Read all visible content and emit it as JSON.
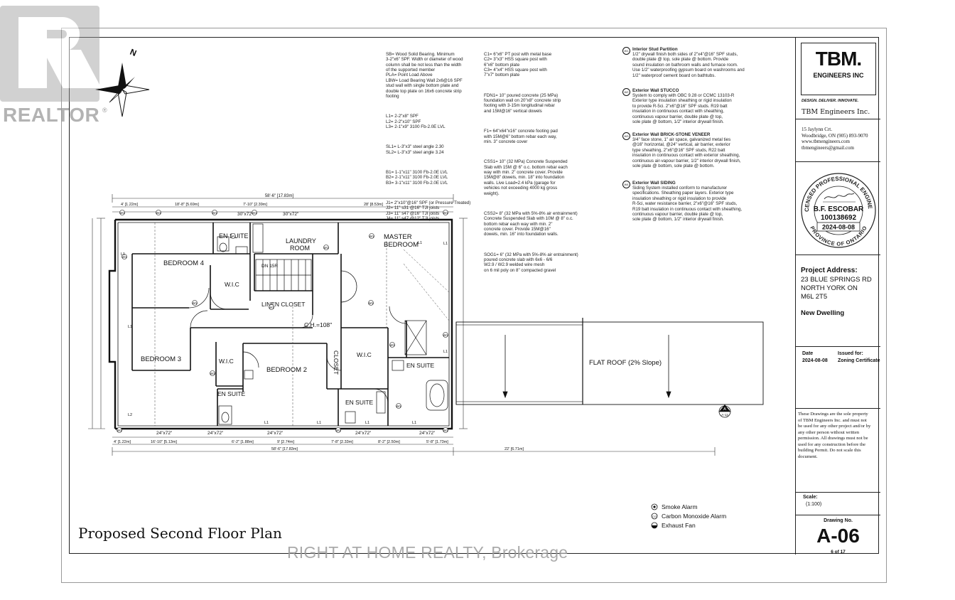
{
  "watermark": {
    "brand": "REALTOR",
    "brokerage": "RIGHT AT HOME REALTY, Brokerage"
  },
  "drawing": {
    "title": "Proposed Second Floor Plan",
    "roof_label": "FLAT ROOF (2% Slope)",
    "section_mark": "A",
    "section_sheet": "A-12",
    "rooms": [
      {
        "id": "bedroom4",
        "label": "BEDROOM 4"
      },
      {
        "id": "bedroom3",
        "label": "BEDROOM 3"
      },
      {
        "id": "bedroom2",
        "label": "BEDROOM 2"
      },
      {
        "id": "master",
        "label": "MASTER\nBEDROOM"
      },
      {
        "id": "ensuite_top",
        "label": "EN SUITE"
      },
      {
        "id": "laundry",
        "label": "LAUNDRY\nROOM"
      },
      {
        "id": "wic1",
        "label": "W.I.C"
      },
      {
        "id": "wic2",
        "label": "W.I.C"
      },
      {
        "id": "wic3",
        "label": "W.I.C"
      },
      {
        "id": "linen",
        "label": "LINEN CLOSET"
      },
      {
        "id": "closet",
        "label": "CLOSET"
      },
      {
        "id": "ensuite_r",
        "label": "EN SUITE"
      },
      {
        "id": "ensuite_l",
        "label": "EN SUITE"
      },
      {
        "id": "ensuite_b",
        "label": "EN SUITE"
      },
      {
        "id": "ch",
        "label": "C.H.=108\""
      },
      {
        "id": "dn",
        "label": "DN 15R"
      }
    ],
    "dims": {
      "overall_top": "58'-6\" [17.83m]",
      "overall_bottom": "58'-6\" [17.83m]",
      "garage": "22' [6.71m]",
      "top_segments": [
        "4' [1.22m]",
        "18'-8\" [5.69m]",
        "7'-10\" [2.39m]",
        "28' [8.53m]"
      ],
      "bottom_segments": [
        "4' [1.22m]",
        "16'-10\" [5.13m]",
        "6'-2\" [1.88m]",
        "9' [2.74m]",
        "7'-8\" [2.33m]",
        "8'-2\" [2.50m]",
        "5'-8\" [1.73m]"
      ],
      "windows_top": [
        "30\"x72\"",
        "30\"x72\""
      ],
      "windows_bottom": [
        "24\"x72\"",
        "24\"x72\"",
        "24\"x72\"",
        "24\"x72\"",
        "24\"x72\""
      ],
      "window_tags": [
        "W1",
        "W1",
        "W1",
        "W1",
        "W1",
        "W1",
        "W1",
        "W1",
        "W1",
        "W1",
        "W1",
        "W1",
        "W1",
        "W1",
        "W1",
        "W1",
        "W1",
        "W1",
        "W1"
      ],
      "lintels": [
        "L1",
        "L1",
        "L1",
        "L1",
        "L1",
        "L1",
        "L1",
        "L2",
        "L1",
        "L1"
      ]
    },
    "legend": [
      {
        "icon": "smoke-alarm-icon",
        "label": "Smoke Alarm"
      },
      {
        "icon": "carbon-monoxide-alarm-icon",
        "label": "Carbon Monoxide Alarm"
      },
      {
        "icon": "exhaust-fan-icon",
        "label": "Exhaust Fan"
      }
    ]
  },
  "notes": {
    "col1": [
      "SB= Wood Solid Bearing. Minimum\n3-2\"x6\" SPF. Width or diameter of wood\ncolumn shall be not less than the width\nof the supported member\nPLA= Point Load Above\nLBW= Load Bearing Wall 2x6@16 SPF\nstud wall with single bottom plate and\ndouble top plate on 16x6 concrete strip\nfooting",
      "L1= 2-2\"x8\" SPF\nL2= 2-2\"x10\" SPF\nL3= 2-1\"x9\" 3100 Fb-2.0E LVL",
      "SL1= L-3\"x3\" steel angle 2.30\nSL2= L-3\"x3\" steel angle 3.24",
      "B1= 1-1\"x11\" 3100 Fb-2.0E LVL\nB2= 2-1\"x11\" 3100 Fb-2.0E LVL\nB3= 3-1\"x11\" 3100 Fb-2.0E LVL",
      "J1= 2\"x10\"@16\" SPF (or Pressure Treated)\nJ2= 11\" s31 @16\" TJI joists\nJ3= 11\" s47 @16\" TJI joists\nJ4= 11\" s47 @12\" TJI joists"
    ],
    "col2": [
      "C1= 6\"x6\" PT post with metal base\nC2= 3\"x3\" HSS square post with\n6\"x6\" bottom plate\nC3= 4\"x4\" HSS square post with\n7\"x7\" bottom plate",
      "FDN1= 10\" poured concrete (25 MPa)\nfoundation wall on 20\"x8\" concrete strip\nfooting with 3-15m longitudinal rebar\nand 15M@16\" vertical dowels",
      "F1= 64\"x64\"x16\" concrete footing pad\nwith 15M@6\" bottom rebar each way,\nmin. 3\" concrete cover",
      "CSS1= 10\" (32 MPa) Concrete Suspended\nSlab with 15M @ 6\" o.c. bottom rebar each\nway with min. 2\" concrete cover. Provide\n15M@8\" dowels, min. 18\" into foundation\nwalls. Live Load=2.4 kPa (garage for\nvehicles not exceeding 4000 kg gross\nweight).",
      "CSS2= 8\" (32 MPa with 5%-8% air entrainment)\nConcrete Suspended Slab with 10M @ 8\" o.c.\nbottom rebar each way with min. 2\"\nconcrete cover. Provide 15M@16\"\ndowels, min. 16\" into foundation walls.",
      "SOG1= 6\" (32 MPa with 5%-8% air entrainment)\npoured concrete slab with 6x6 - 6/6\nW2.9 / W2.9 welded wire mesh\non 6 mil poly on 8\" compacted gravel"
    ],
    "col3": [
      {
        "tag": "W1",
        "title": "Interior Stud Partition",
        "body": "1/2\" drywall finish both sides of 2\"x4\"@16\" SPF studs,\ndouble plate @ top, sole plate @ bottom. Provide\nsound insulation on bathroom walls and furnace room.\nUse 1/2\" waterproofing gypsum board on washrooms and\n1/2\" waterproof cement board on bathtubs."
      },
      {
        "tag": "W2",
        "title": "Exterior Wall STUCCO",
        "body": "System to comply with OBC 9.28 or CCMC 13103-R\nExterior type insulation sheathing or rigid insulation\nto provide R-5ci. 2\"x6\"@16\" SPF studs. R19 batt\ninsulation in continuous contact with sheathing,\ncontinuous vapour barrier, double plate @ top,\nsole plate @ bottom, 1/2\" interior drywall finish."
      },
      {
        "tag": "W3",
        "title": "Exterior Wall BRICK-STONE VENEER",
        "body": "3/4\" face stone, 1\" air space, galvanized metal ties\n@16\" horizontal, @24\" vertical, air barrier, exterior\ntype sheathing, 2\"x6\"@16\" SPF studs, R22 batt\ninsulation in continuous contact with exterior sheathing,\ncontinuous air-vapour barrier, 1/2\" interior drywall finish,\nsole plate @ bottom, sole plate @ bottom."
      },
      {
        "tag": "W4",
        "title": "Exterior Wall SIDING",
        "body": "Siding System installed conform to manufacturer\nspecifications. Sheathing paper layers. Exterior type\ninsulation sheathing or rigid insulation to provide\nR-5ci, water resistance barrier, 2\"x6\"@16\" SPF studs,\nR19 batt insulation in continuous contact with sheathing,\ncontinuous vapour barrier, double plate @ top,\nsole plate @ bottom, 1/2\" interior drywall finish."
      }
    ]
  },
  "title_block": {
    "logo_main": "TBM.",
    "logo_sub": "ENGINEERS INC",
    "tagline": "DESIGN. DELIVER. INNOVATE.",
    "company": "TBM Engineers Inc.",
    "address1": "15 Jaylynn Crt.",
    "address2": "Woodbridge, ON   (905) 893-9070",
    "web": "www.tbmengineers.com",
    "email": "tbmengineers@gmail.com",
    "seal": {
      "ring_top": "LICENSED PROFESSIONAL ENGINEER",
      "ring_bottom": "PROVINCE OF ONTARIO",
      "name": "B.F. ESCOBAR",
      "number": "100138692",
      "date": "2024-08-08"
    },
    "project_label": "Project Address:",
    "address_line1": "23 BLUE SPRINGS RD",
    "address_line2": "NORTH YORK ON",
    "address_line3": "M6L 2T5",
    "project_type": "New Dwelling",
    "date_label": "Date",
    "date_value": "2024-08-08",
    "issued_label": "Issued for:",
    "issued_value": "Zoning Certificate",
    "disclaimer": "These Drawings are the sole property\nof TBM Engineers Inc. and must not\nbe used for any other project and/or by\nany other person without written\npermission. All drawings must not be\nused for any construction before the\nbuilding Permit. Do not scale this\ndocument.",
    "scale_label": "Scale:",
    "scale_value": "(1:100)",
    "drawing_label": "Drawing No.",
    "drawing_no": "A-06",
    "sheet_of": "6 of 17"
  }
}
